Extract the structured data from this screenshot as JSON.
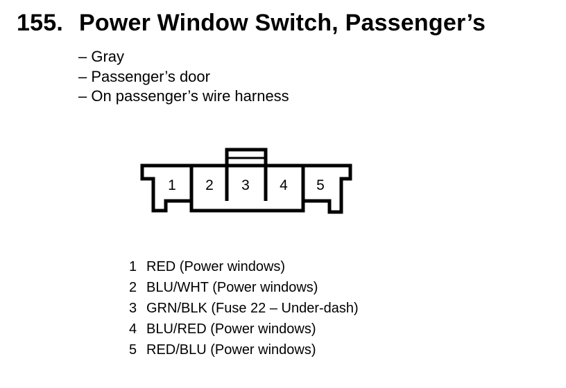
{
  "header": {
    "number": "155.",
    "title": "Power Window Switch, Passenger’s"
  },
  "info": [
    "– Gray",
    "– Passenger’s door",
    "– On passenger’s wire harness"
  ],
  "connector": {
    "cavities": [
      "1",
      "2",
      "3",
      "4",
      "5"
    ]
  },
  "pins": [
    {
      "num": "1",
      "desc": "RED (Power windows)"
    },
    {
      "num": "2",
      "desc": "BLU/WHT (Power windows)"
    },
    {
      "num": "3",
      "desc": "GRN/BLK (Fuse 22 – Under-dash)"
    },
    {
      "num": "4",
      "desc": "BLU/RED (Power windows)"
    },
    {
      "num": "5",
      "desc": "RED/BLU (Power windows)"
    }
  ]
}
